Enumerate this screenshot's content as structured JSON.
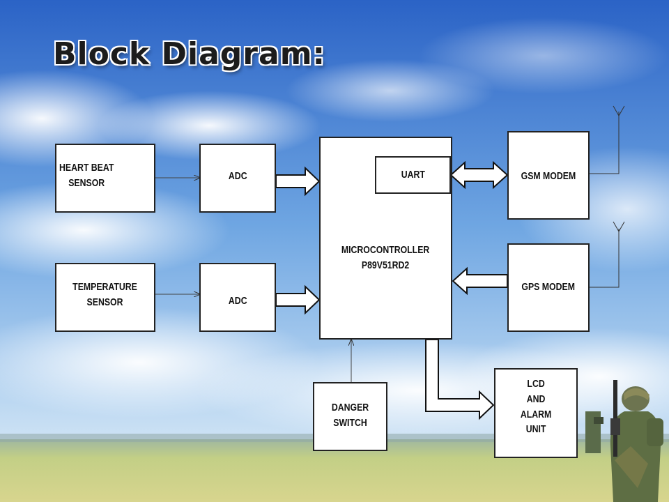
{
  "slide": {
    "title": "Block Diagram:"
  },
  "blocks": {
    "heart_beat_sensor": "HEART BEAT\nSENSOR",
    "temperature_sensor": "TEMPERATURE\nSENSOR",
    "adc_1": "ADC",
    "adc_2": "ADC",
    "microcontroller_line1": "MICROCONTROLLER",
    "microcontroller_line2": "P89V51RD2",
    "uart": "UART",
    "gsm_modem": "GSM MODEM",
    "gps_modem": "GPS MODEM",
    "lcd_alarm_unit": "LCD\nAND\nALARM\nUNIT",
    "danger_switch": "DANGER\nSWITCH"
  },
  "colors": {
    "sky_top": "#2f6fcf",
    "sky_mid": "#7fb4e8",
    "cloud": "#ffffff",
    "ground": "#b7c77a",
    "block_fill": "#ffffff",
    "line": "#222222"
  },
  "icons": [
    "antenna-icon",
    "soldier-photo"
  ]
}
